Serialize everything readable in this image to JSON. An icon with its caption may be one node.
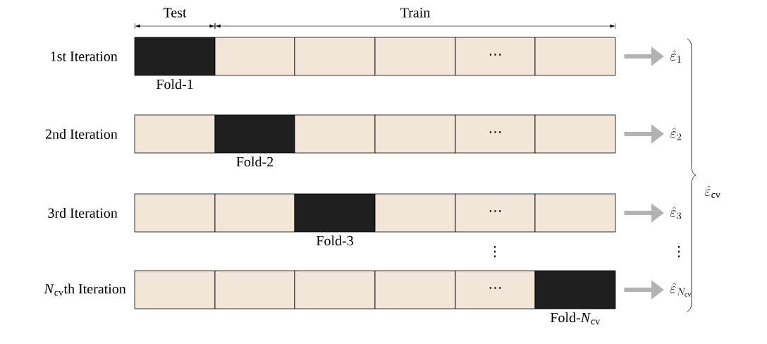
{
  "diagram": {
    "nodes": [
      {
        "text": [],
        "shape": "box",
        "beside": [
          "Fold-1"
        ]
      },
      {
        "text": [],
        "shape": "box"
      },
      {
        "text": [],
        "shape": "box"
      },
      {
        "text": [],
        "shape": "box"
      },
      {
        "text": [
          "⋯"
        ]
      },
      {
        "text": [],
        "shape": "box"
      },
      {
        "text": [
          "\\hat{\\varepsilon}_1"
        ]
      },
      {
        "text": [],
        "shape": "box"
      },
      {
        "text": [],
        "shape": "box",
        "beside": [
          "Fold-2"
        ]
      },
      {
        "text": [],
        "shape": "box"
      },
      {
        "text": [],
        "shape": "box"
      },
      {
        "text": [
          "⋯"
        ]
      },
      {
        "text": [],
        "shape": "box"
      },
      {
        "text": [
          "\\hat{\\varepsilon}_2"
        ]
      },
      {
        "text": [],
        "shape": "box"
      },
      {
        "text": [],
        "shape": "box"
      },
      {
        "text": [],
        "shape": "box",
        "beside": [
          "Fold-3"
        ]
      },
      {
        "text": [],
        "shape": "box"
      },
      {
        "text": [
          "⋯"
        ]
      },
      {
        "text": [],
        "shape": "box"
      },
      {
        "text": [
          "\\hat{\\varepsilon}_3"
        ]
      },
      {
        "text": [],
        "shape": "box"
      },
      {
        "text": [],
        "shape": "box"
      },
      {
        "text": [],
        "shape": "box"
      },
      {
        "text": [],
        "shape": "box"
      },
      {
        "text": [
          "⋯"
        ]
      },
      {
        "text": [],
        "shape": "box",
        "beside": [
          "Fold-*N*$_{cv}$"
        ]
      },
      {
        "text": [
          "\\hat{\\varepsilon}_{N_{\\mathrm{cv}}}"
        ]
      }
    ],
    "edges": [
      {
        "from": 5,
        "to": 6,
        "arrow": "to"
      },
      {
        "from": 12,
        "to": 13,
        "arrow": "to"
      },
      {
        "from": 19,
        "to": 20,
        "arrow": "to"
      },
      {
        "from": 26,
        "to": 27,
        "arrow": "to"
      }
    ],
    "labels": [
      "Test",
      "Train",
      "1st Iteration",
      "2nd Iteration",
      "3rd Iteration",
      "*N*$_{cv}$th Iteration",
      "⋮",
      "⋮",
      "\\hat{\\varepsilon}_{\\mathrm{cv}}"
    ]
  }
}
